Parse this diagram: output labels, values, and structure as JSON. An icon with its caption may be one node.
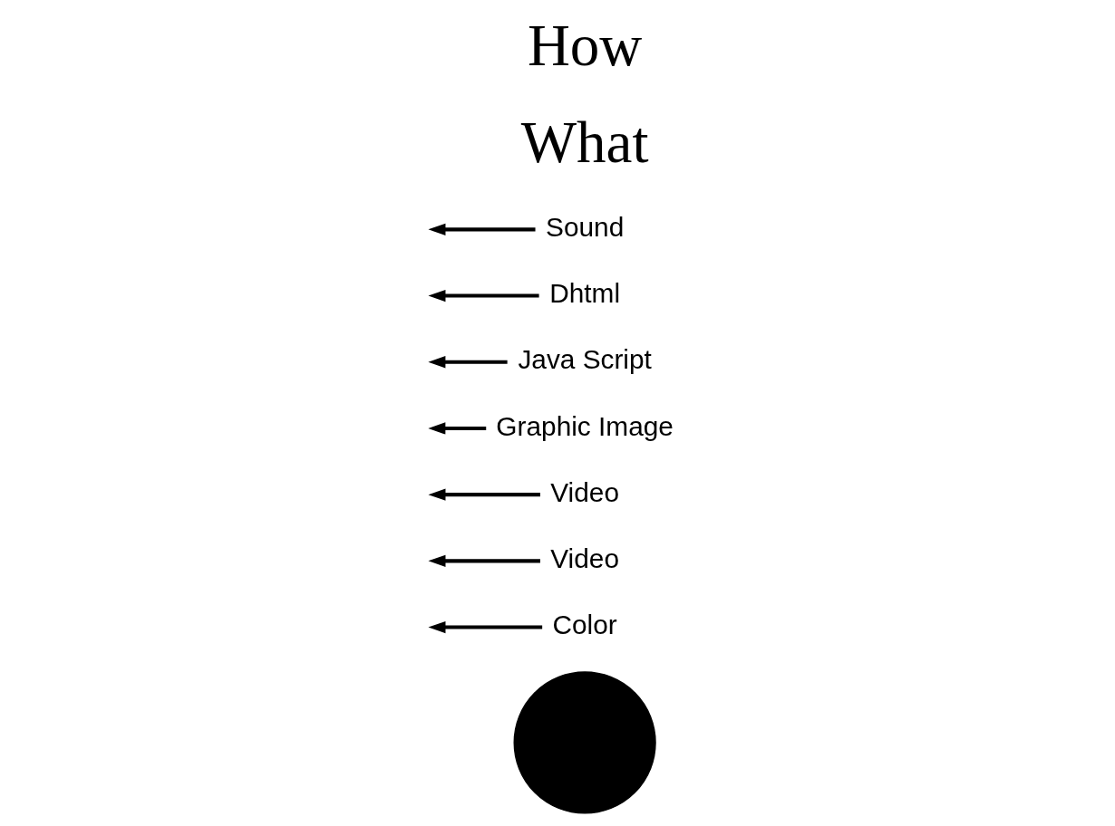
{
  "diagram": {
    "nodes": [
      {
        "text": [],
        "shape": "circle"
      },
      {
        "text": [
          "Color"
        ]
      },
      {
        "text": [
          "Video"
        ]
      },
      {
        "text": [
          "Video"
        ]
      },
      {
        "text": [
          "Graphic Image"
        ]
      },
      {
        "text": [
          "Java Script"
        ]
      },
      {
        "text": [
          "Dhtml"
        ]
      },
      {
        "text": [
          "Sound"
        ]
      }
    ],
    "edges": [
      {
        "from": 1,
        "to": null,
        "arrow": "to"
      },
      {
        "from": 2,
        "to": null,
        "arrow": "to"
      },
      {
        "from": 3,
        "to": null,
        "arrow": "to"
      },
      {
        "from": 4,
        "to": null,
        "arrow": "to"
      },
      {
        "from": 5,
        "to": null,
        "arrow": "to"
      },
      {
        "from": 6,
        "to": null,
        "arrow": "to"
      },
      {
        "from": 7,
        "to": null,
        "arrow": "to"
      }
    ],
    "labels": [
      "What",
      "How"
    ]
  }
}
